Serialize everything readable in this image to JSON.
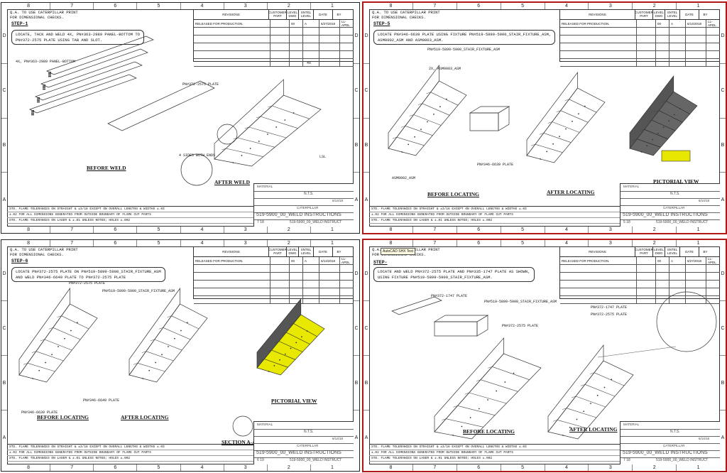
{
  "qa_note": [
    "Q.A. TO USE CATERPILLAR PRINT",
    "FOR DIMENSIONAL CHECKS."
  ],
  "zones_h": [
    "8",
    "7",
    "6",
    "5",
    "4",
    "3",
    "2",
    "1"
  ],
  "zones_v": [
    "D",
    "C",
    "B",
    "A"
  ],
  "revision_headers": [
    "REVISIONS",
    "CUSTOMER PART",
    "LEVEL DWG",
    "SNTEL LEVEL",
    "DATE",
    "BY"
  ],
  "revision_row": {
    "text": "RELEASED FOR PRODUCTION.",
    "level": "00",
    "sntel": "A"
  },
  "title_block": {
    "material_label": "MATERIAL",
    "scale": "N.T.S.",
    "company": "CATERPILLAR",
    "title": "519-5900_00_WELD INSTRUCTIONS",
    "dwg_no": "519-5900_00_WELD INSTRUCT"
  },
  "std_lines": [
    "STD. FLAME TOLERANCES ON STRAIGHT & ±3/16 EXCEPT ON OVERALL LENGTHS & WIDTHS ±.03",
    "±.02 FOR ALL DIMENSIONS GENERATED FROM OUTSIDE BOUNDARY OF FLAME CUT PARTS",
    "STD. FLAME TOLERANCES ON LASER & ±.01 UNLESS NOTED; HOLES ±.002"
  ],
  "sheets": [
    {
      "step": "STEP-1",
      "note": [
        "LOCATE, TACK AND WELD 4X, PN#363-2989 PANEL-BOTTOM TO",
        "PN#372-2575 PLATE USING TAB AND SLOT."
      ],
      "rev_date": "6/27/2018",
      "rev_by": "LL-APDL",
      "sheet_no": "7",
      "sheet_of": "18",
      "tb_date": "6/14/18",
      "labels": [
        "4X, PN#363-2989 PANEL-BOTTOM",
        "PN#372-2575 PLATE",
        "4 SIDES BOTH ENDS",
        "4X",
        "LSL",
        "BEFORE WELD",
        "AFTER WELD"
      ]
    },
    {
      "step": "STEP-5",
      "note": [
        "LOCATE PN#346-6639 PLATE USING FIXTURE PN#519-5899-5900_STAIR_FIXTURE_ASM,",
        "ASM0002_ASM AND ASM0003_ASM."
      ],
      "rev_date": "6/14/2018",
      "rev_by": "LL-APDL",
      "sheet_no": "5",
      "sheet_of": "18",
      "tb_date": "6/14/18",
      "labels": [
        "PN#519-5899-5900_STAIR_FIXTURE_ASM",
        "2X, ASM0003_ASM",
        "PN#346-6639 PLATE",
        "ASM0002_ASM",
        "BEFORE LOCATING",
        "AFTER LOCATING",
        "PICTORIAL VIEW"
      ]
    },
    {
      "step": "STEP-6",
      "note": [
        "LOCATE PN#372-2575 PLATE ON PN#519-5899-5900_STAIR_FIXTURE_ASM",
        "AND WELD PN#346-6649 PLATE TO PN#372-2575 PLATE"
      ],
      "rev_date": "6/14/2018",
      "rev_by": "LL-APDL",
      "sheet_no": "6",
      "sheet_of": "19",
      "tb_date": "6/14/18",
      "labels": [
        "PN#372-2575 PLATE",
        "PN#519-5899-5900_STAIR_FIXTURE_ASM",
        "PN#346-6649 PLATE",
        "PN#346-6639 PLATE",
        "BEFORE LOCATING",
        "AFTER LOCATING",
        "PICTORIAL VIEW",
        "SECTION A-A"
      ]
    },
    {
      "step": "STEP-",
      "note": [
        "LOCATE AND WELD PN#372-2575 PLATE AND PN#335-1747 PLATE AS SHOWN,",
        "USING FIXTURE PN#519-5899-5900_STAIR_FIXTURE_ASM."
      ],
      "rev_date": "6/27/2018",
      "rev_by": "LL-APDL",
      "sheet_no": "7",
      "sheet_of": "18",
      "tb_date": "6/14/18",
      "popup": "AutoCAD SHX Text",
      "labels": [
        "PN#372-1747 PLATE",
        "PN#519-5899-5900_STAIR_FIXTURE_ASM",
        "PN#372-2575 PLATE",
        "PN#372-1747 PLATE",
        "PN#372-2575 PLATE",
        "BEFORE LOCATING",
        "AFTER LOCATING"
      ]
    }
  ]
}
